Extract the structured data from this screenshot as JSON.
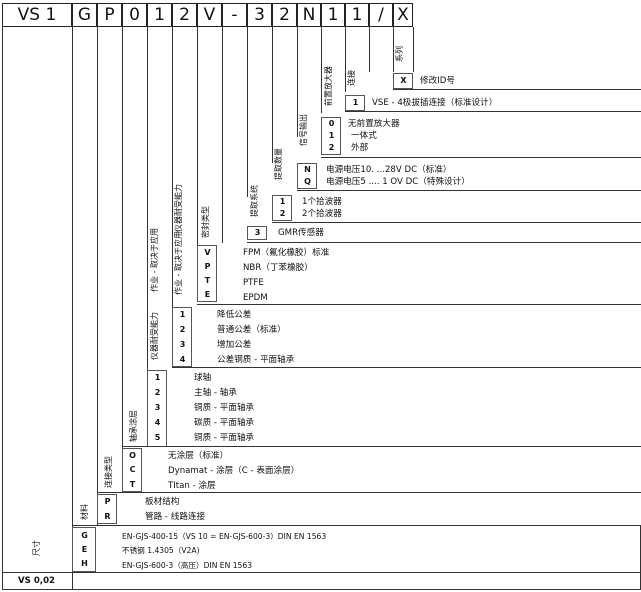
{
  "header": {
    "chars": [
      "VS 1",
      "G",
      "P",
      "0",
      "1",
      "2",
      "V",
      "-",
      "3",
      "2",
      "N",
      "1",
      "1",
      "/",
      "X"
    ]
  },
  "sections": {
    "series": {
      "label": "系列",
      "rows": [
        {
          "code": "X",
          "text": "修改ID号"
        }
      ]
    },
    "connection": {
      "label": "连接",
      "rows": [
        {
          "code": "1",
          "text": "VSE - 4极拔插连接（标准设计）"
        }
      ]
    },
    "preamp": {
      "label": "前置放大器",
      "rows": [
        {
          "code": "0",
          "text": "无前置放大器"
        },
        {
          "code": "1",
          "text": "一体式"
        },
        {
          "code": "2",
          "text": "外部"
        }
      ]
    },
    "signal": {
      "label": "信号输出",
      "rows": [
        {
          "code": "N",
          "text": "电源电压10. ...28V DC（标准）"
        },
        {
          "code": "Q",
          "text": "电源电压5 .... 1 OV DC（特殊设计）"
        }
      ]
    },
    "pickup_count": {
      "label": "提取数量",
      "rows": [
        {
          "code": "1",
          "text": "1个拾波器"
        },
        {
          "code": "2",
          "text": "2个拾波器"
        }
      ]
    },
    "pickup_system": {
      "label": "提取系统",
      "rows": [
        {
          "code": "3",
          "text": "GMR传感器"
        }
      ]
    },
    "seal": {
      "label": "密封类型",
      "rows": [
        {
          "code": "V",
          "text": "FPM（氟化橡胶）标准"
        },
        {
          "code": "P",
          "text": "NBR（丁苯橡胶）"
        },
        {
          "code": "T",
          "text": "PTFE"
        },
        {
          "code": "E",
          "text": "EPDM"
        }
      ]
    },
    "tolerance": {
      "label": "仪器耐受能力",
      "label2": "作业 - 取决于应用",
      "label3": "仪器耐受能力",
      "label4": "作业 - 取决于应用",
      "rows": [
        {
          "code": "1",
          "text": "降低公差"
        },
        {
          "code": "2",
          "text": "普通公差（标准）"
        },
        {
          "code": "3",
          "text": "增加公差"
        },
        {
          "code": "4",
          "text": "公差钢质 - 平面轴承"
        }
      ]
    },
    "bearing": {
      "label": "轴承涂层",
      "rows": [
        {
          "code": "1",
          "text": "球轴"
        },
        {
          "code": "2",
          "text": "主轴 - 轴承"
        },
        {
          "code": "3",
          "text": "铜质 - 平面轴承"
        },
        {
          "code": "4",
          "text": "碳质 - 平面轴承"
        },
        {
          "code": "5",
          "text": "铜质 - 平面轴承"
        }
      ]
    },
    "coating": {
      "label": "连接类型",
      "rows": [
        {
          "code": "O",
          "text": "无涂层（标准）"
        },
        {
          "code": "C",
          "text": "Dynamat - 涂层（C - 表面涂层）"
        },
        {
          "code": "T",
          "text": "TItan - 涂层"
        }
      ]
    },
    "material": {
      "label": "材料",
      "rows": [
        {
          "code": "P",
          "text": "板材结构"
        },
        {
          "code": "R",
          "text": "管路 - 线路连接"
        }
      ]
    },
    "size": {
      "label": "尺寸",
      "rows": [
        {
          "code": "G",
          "text": "EN-GJS-400-15（VS 10 = EN-GJS-600-3）DIN EN 1563"
        },
        {
          "code": "E",
          "text": "不锈钢 1.4305（V2A)"
        },
        {
          "code": "H",
          "text": "EN-GJS-600-3（高压）DIN EN 1563"
        }
      ]
    }
  },
  "footer": {
    "model": "VS 0,02"
  }
}
